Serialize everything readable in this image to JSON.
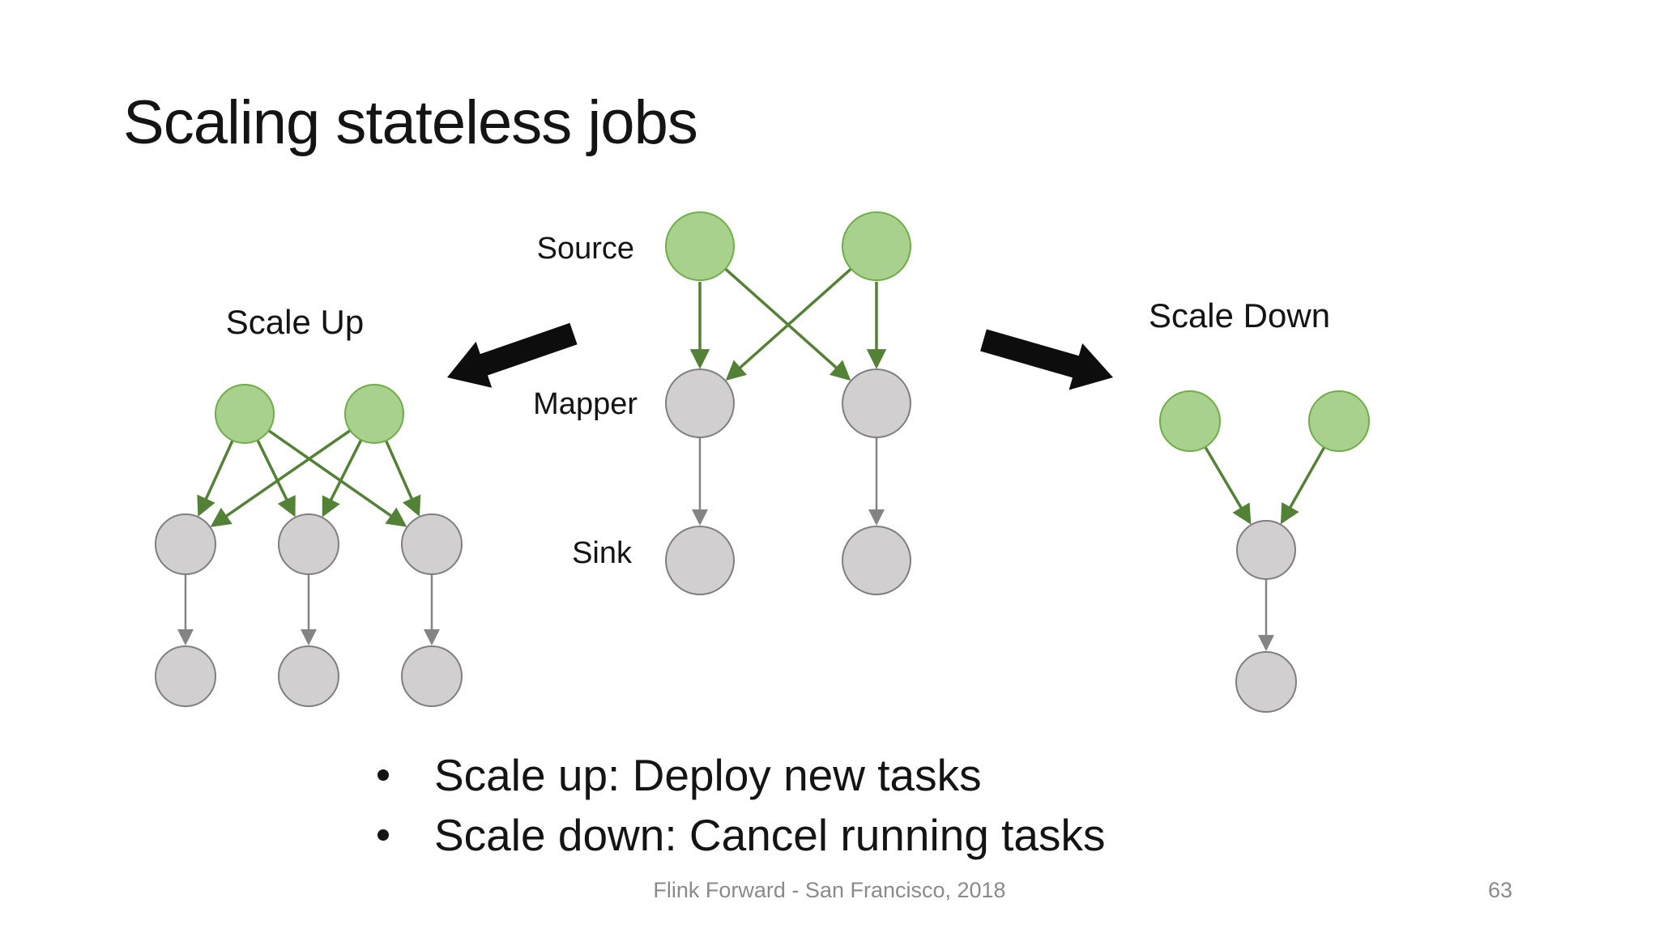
{
  "slide": {
    "title": "Scaling stateless jobs",
    "bullets": [
      "Scale up: Deploy new tasks",
      "Scale down: Cancel running tasks"
    ],
    "footer": "Flink Forward - San Francisco, 2018",
    "page_number": "63"
  },
  "diagram": {
    "row_labels": {
      "source": "Source",
      "mapper": "Mapper",
      "sink": "Sink"
    },
    "scale_up_label": "Scale Up",
    "scale_down_label": "Scale Down",
    "center_job": {
      "sources": 2,
      "mappers": 2,
      "sinks": 2,
      "source_to_mapper": "all-to-all",
      "mapper_to_sink": "one-to-one"
    },
    "scale_up_job": {
      "sources": 2,
      "mappers": 3,
      "sinks": 3,
      "source_to_mapper": "all-to-all",
      "mapper_to_sink": "one-to-one"
    },
    "scale_down_job": {
      "sources": 2,
      "mappers": 1,
      "sinks": 1,
      "source_to_mapper": "all-to-one",
      "mapper_to_sink": "one-to-one"
    }
  },
  "colors": {
    "background": "#ffffff",
    "text_dark": "#141414",
    "text_muted": "#8a8a8a",
    "node_green_fill": "#a9d18e",
    "node_green_stroke": "#70ad47",
    "node_gray_fill": "#d1cfcf",
    "node_gray_stroke": "#7f7f7f",
    "edge_green": "#538135",
    "edge_gray": "#848484",
    "block_arrow": "#0d0d0d"
  }
}
